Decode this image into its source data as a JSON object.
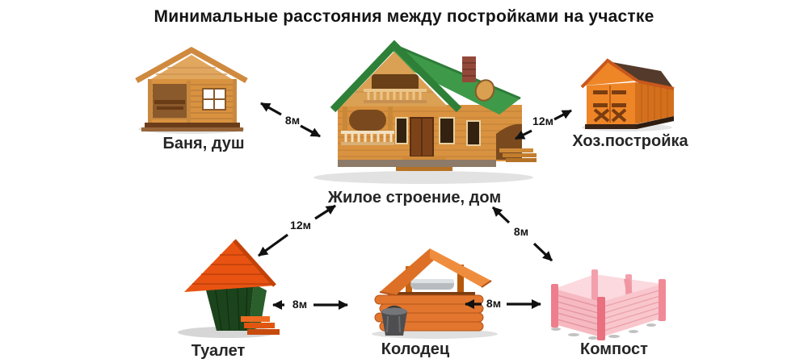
{
  "title": "Минимальные расстояния между постройками на участке",
  "buildings": {
    "banya": {
      "label": "Баня, душ"
    },
    "house": {
      "label": "Жилое строение, дом"
    },
    "shed": {
      "label": "Хоз.постройка"
    },
    "toilet": {
      "label": "Туалет"
    },
    "well": {
      "label": "Колодец"
    },
    "compost": {
      "label": "Компост"
    }
  },
  "distances": {
    "banya_house": "8м",
    "house_shed": "12м",
    "house_toilet": "12м",
    "house_compost": "8м",
    "toilet_well": "8м",
    "well_compost": "8м"
  },
  "colors": {
    "title_text": "#141414",
    "label_text": "#262626",
    "arrow": "#111111",
    "house_roof": "#3e9a49",
    "wood": "#d9923f",
    "shed_orange": "#ee8628",
    "toilet_green": "#1c441c",
    "toilet_roof": "#e85312",
    "well_orange": "#e2762e",
    "compost_pink": "#f6b9c1"
  }
}
